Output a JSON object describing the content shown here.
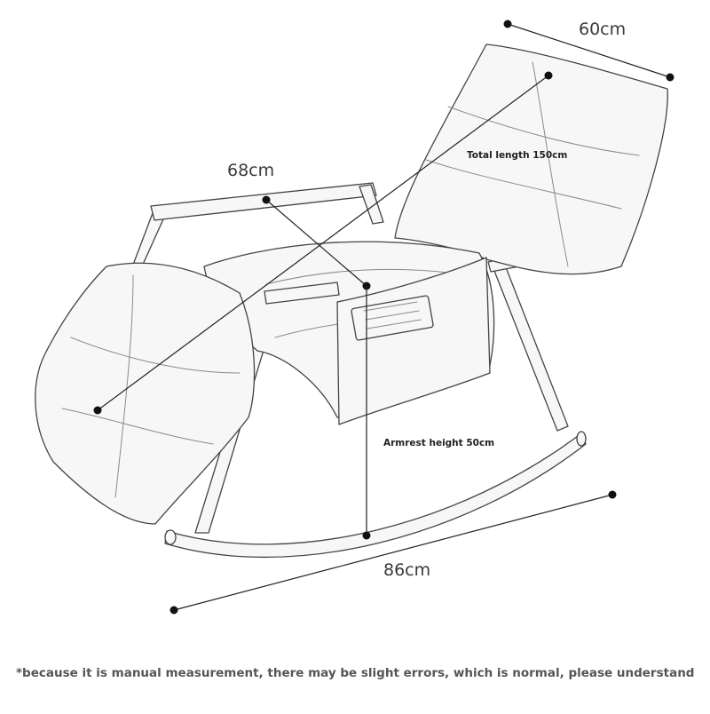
{
  "dimensions": {
    "width": "60cm",
    "armrest_length": "68cm",
    "total_length": "Total length 150cm",
    "armrest_height": "Armrest height 50cm",
    "base_length": "86cm"
  },
  "footnote": "*because it is manual measurement, there may be slight errors, which is normal, please understand"
}
